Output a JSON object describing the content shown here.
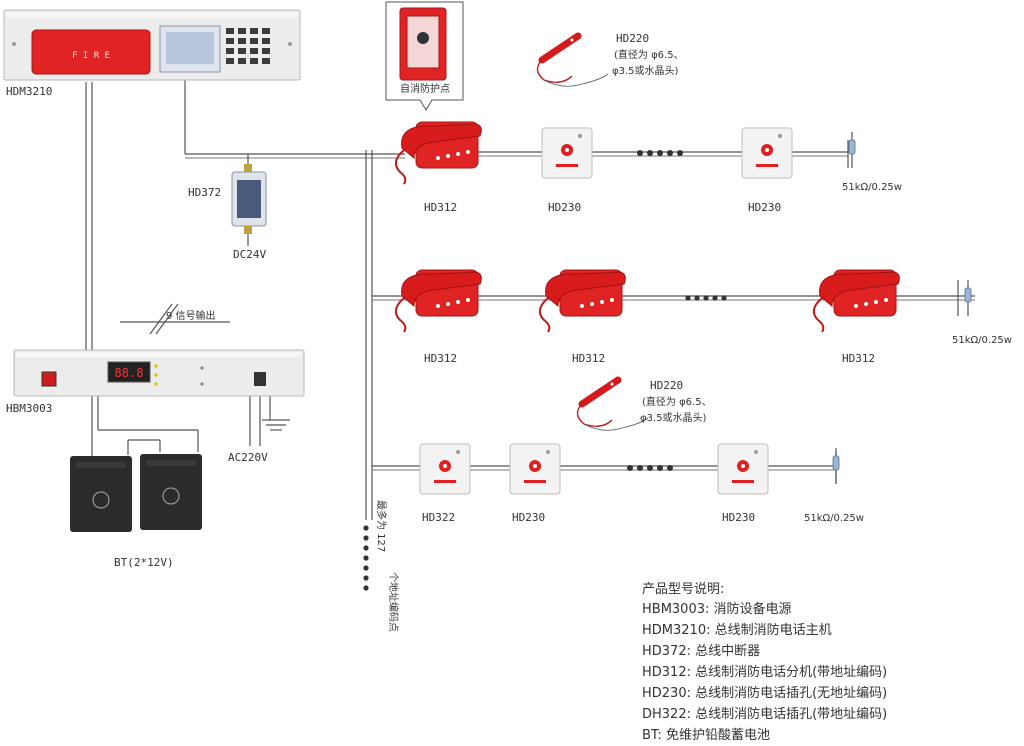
{
  "host": {
    "model": "HDM3210",
    "brand_text": "F I R E"
  },
  "power_supply": {
    "model": "HBM3003",
    "display": "88.8",
    "signal_output": "9 信号输出",
    "ac_label": "AC220V"
  },
  "battery": {
    "model": "BT(2*12V)"
  },
  "isolator": {
    "model": "HD372",
    "dc_label": "DC24V"
  },
  "cabinet": {
    "label": "自消防护点"
  },
  "handset_plug_top": {
    "model": "HD220",
    "note_1": "(直径为 φ6.5、",
    "note_2": "φ3.5或水晶头)"
  },
  "handset_plug_mid": {
    "model": "HD220",
    "note_1": "(直径为 φ6.5、",
    "note_2": "φ3.5或水晶头)"
  },
  "row1": {
    "phone": "HD312",
    "jack_1": "HD230",
    "jack_2": "HD230",
    "resistor": "51kΩ/0.25w"
  },
  "row2": {
    "phone_1": "HD312",
    "phone_2": "HD312",
    "phone_3": "HD312",
    "resistor": "51kΩ/0.25w"
  },
  "row3": {
    "jack_1": "HD322",
    "jack_2": "HD230",
    "jack_3": "HD230",
    "resistor": "51kΩ/0.25w"
  },
  "bus_note": {
    "line_1": "最多为 127",
    "line_2": "个地址编码点"
  },
  "legend": {
    "title": "产品型号说明:",
    "items": [
      "HBM3003: 消防设备电源",
      "HDM3210: 总线制消防电话主机",
      "HD372: 总线中断器",
      "HD312: 总线制消防电话分机(带地址编码)",
      "HD230: 总线制消防电话插孔(无地址编码)",
      "DH322: 总线制消防电话插孔(带地址编码)",
      "BT: 免维护铅酸蓄电池"
    ]
  },
  "colors": {
    "accent_red": "#e02020",
    "device_gray": "#e8e8e8",
    "wire": "#555555"
  }
}
